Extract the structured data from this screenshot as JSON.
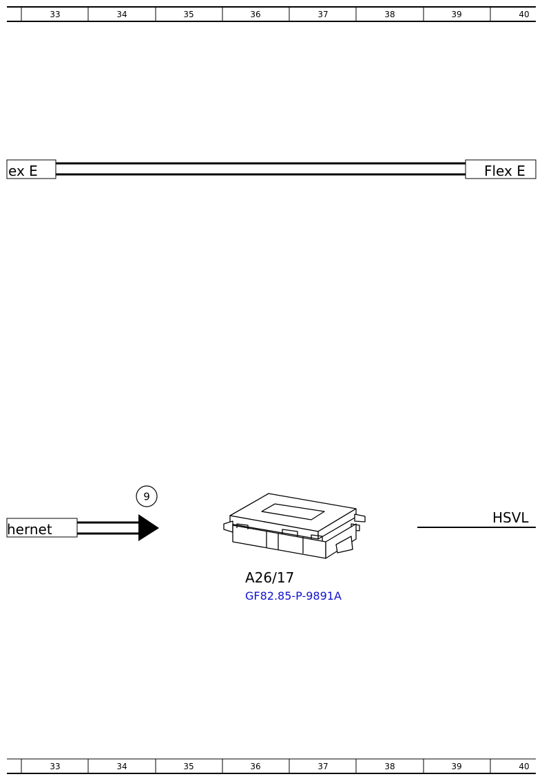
{
  "ruler": {
    "columns": [
      "33",
      "34",
      "35",
      "36",
      "37",
      "38",
      "39",
      "40"
    ]
  },
  "flex_bus": {
    "left_label": "ex E",
    "right_label": "Flex E"
  },
  "ethernet": {
    "label": "hernet",
    "marker": "9"
  },
  "component": {
    "id": "A26/17",
    "ref": "GF82.85-P-9891A",
    "icon": "control-unit-icon"
  },
  "hsvl": {
    "label": "HSVL"
  },
  "colors": {
    "link": "#1010d0",
    "line": "#000000"
  }
}
